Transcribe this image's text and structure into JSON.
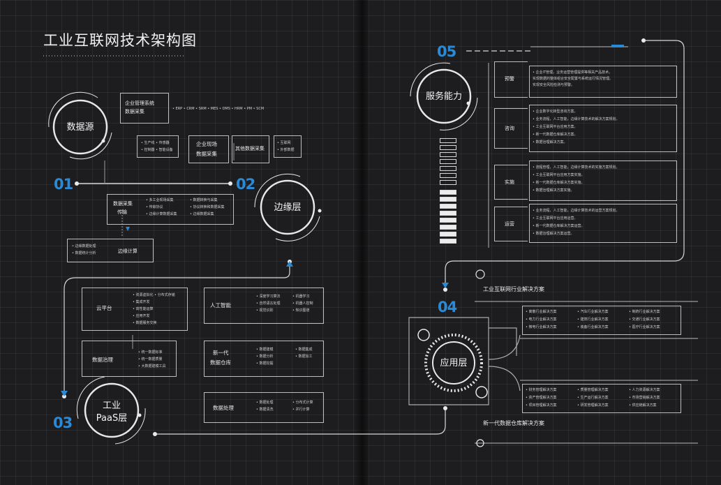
{
  "title": "工业互联网技术架构图",
  "numbers": {
    "n01": "01",
    "n02": "02",
    "n03": "03",
    "n04": "04",
    "n05": "05"
  },
  "circles": {
    "data_source": "数据源",
    "edge_layer": "边缘层",
    "paas_line1": "工业",
    "paas_line2": "PaaS层",
    "app_layer": "应用层",
    "service": "服务能力"
  },
  "data_source": {
    "erp_box_line1": "企业管理系统",
    "erp_box_line2": "数据采集",
    "erp_list": "• ERP • CRM • SRM • MES • DMS • HRM • PM • SCM",
    "left_items": [
      "• 生产线 • 传感器",
      "• 控制器 • 智能设备"
    ],
    "platform_box_line1": "企业现场",
    "platform_box_line2": "数据采集",
    "other_box": "其他数据采集",
    "right_items": [
      "• 互联网",
      "• 外部数据"
    ]
  },
  "edge": {
    "collect_line1": "数据采集",
    "collect_line2": "传输",
    "collect_items_a": [
      "• 多工业现场采集",
      "• 传输协议",
      "• 边缘计算数据采集"
    ],
    "collect_items_b": [
      "• 数据转换与采集",
      "• 协议转换和数据采集",
      "• 边缘数据采集"
    ],
    "compute_label": "边缘计算",
    "compute_items": [
      "• 边缘数据处理",
      "• 数据统计分析"
    ]
  },
  "paas": {
    "cloud_label": "云平台",
    "cloud_items": [
      "• 资源虚拟化 • 分布式存储",
      "• 集成开发",
      "• 高性能运算",
      "• 应用开发",
      "• 数据服务交换"
    ],
    "ai_label": "人工智能",
    "ai_items_a": [
      "• 深度学习算法",
      "• 自然语言处理",
      "• 视觉识别"
    ],
    "ai_items_b": [
      "• 机器学习",
      "• 机器人控制",
      "• 知识图谱"
    ],
    "gov_label": "数据治理",
    "gov_items": [
      "• 统一数据标准",
      "• 统一数据质量",
      "• 大数据建模工具"
    ],
    "warehouse_line1": "新一代",
    "warehouse_line2": "数据仓库",
    "warehouse_items_a": [
      "• 数据建模",
      "• 数据分析",
      "• 数据挖掘"
    ],
    "warehouse_items_b": [
      "• 数据集成",
      "• 数据加工"
    ],
    "process_label": "数据处理",
    "process_items_a": [
      "• 数据处理",
      "• 数据清洗"
    ],
    "process_items_b": [
      "• 分布式计算",
      "• 并行计算"
    ]
  },
  "service": {
    "rows": [
      {
        "label": "预警",
        "items": [
          "• 企业IT管理，业务运营管理提供等相关产品技术。",
          "  实现数据的整体组合安全配置与系统运行情况管理。",
          "  实现安全风险检测与预警。"
        ]
      },
      {
        "label": "咨询",
        "items": [
          "• 企业数字化转型咨询方案。",
          "• 业务流程，人工智能，边缘计算技术的解决方案规划。",
          "• 工业互联网平台应用方案。",
          "• 新一代数据仓库解决方案。",
          "• 数据治理解决方案。"
        ]
      },
      {
        "label": "实施",
        "items": [
          "• 流程管理，人工智能，边缘计算技术的实施方案规划。",
          "• 工业互联网平台应用方案实施。",
          "• 新一代数据仓库解决方案实施。",
          "• 数据治理解决方案实施。"
        ]
      },
      {
        "label": "运营",
        "items": [
          "• 业务流程，人工智能，边缘计算技术的运营方案规划。",
          "• 工业互联网平台应用运营。",
          "• 新一代数据仓库解决方案运营。",
          "• 数据治理解决方案运营。"
        ]
      }
    ]
  },
  "application": {
    "industry_title": "工业互联网行业解决方案",
    "industry_cols": [
      [
        "• 离散行业解决方案",
        "• 电力行业解决方案",
        "• 微电行业解决方案"
      ],
      [
        "• 汽车行业解决方案",
        "• 建筑行业解决方案",
        "• 装备行业解决方案"
      ],
      [
        "• 制药行业解决方案",
        "• 交通行业解决方案",
        "• 医疗行业解决方案"
      ]
    ],
    "data_cols": [
      [
        "• 财务管理解决方案",
        "• 资产管理解决方案",
        "• 项目管理解决方案"
      ],
      [
        "• 质量管理解决方案",
        "• 生产运行解决方案",
        "• 研发管理解决方案"
      ],
      [
        "• 人力资源解决方案",
        "• 市场营销解决方案",
        "• 供应链解决方案"
      ]
    ],
    "data_title": "新一代数据仓库解决方案"
  }
}
